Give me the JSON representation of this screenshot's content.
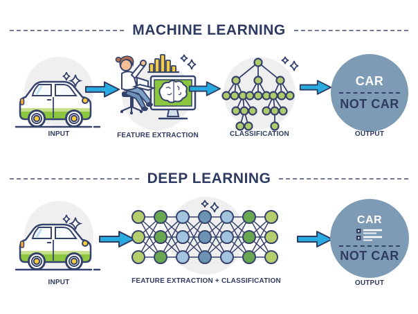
{
  "machine_learning": {
    "title": "MACHINE LEARNING",
    "stages": [
      {
        "label": "INPUT"
      },
      {
        "label": "FEATURE EXTRACTION"
      },
      {
        "label": "CLASSIFICATION"
      },
      {
        "label": "OUTPUT"
      }
    ],
    "output": {
      "class_positive": "CAR",
      "class_negative": "NOT CAR"
    }
  },
  "deep_learning": {
    "title": "DEEP LEARNING",
    "stages": [
      {
        "label": "INPUT"
      },
      {
        "label": "FEATURE EXTRACTION + CLASSIFICATION"
      },
      {
        "label": "OUTPUT"
      }
    ],
    "output": {
      "class_positive": "CAR",
      "class_negative": "NOT CAR"
    },
    "network": {
      "layers": 7,
      "nodes_per_layer": 3,
      "layer_colors": [
        "#B4CE6E",
        "#69A751",
        "#A4C3DE",
        "#6C93B1",
        "#A4C3DE",
        "#69A751",
        "#B4CE6E"
      ]
    }
  },
  "colors": {
    "navy": "#2E3A5F",
    "arrow_blue": "#29ABE2",
    "stage_circle_gray": "#EFEFEF",
    "output_circle_blue": "#7D9BB5",
    "car_stripe_green": "#8CC63F",
    "accent_yellow": "#F8CB3C"
  }
}
